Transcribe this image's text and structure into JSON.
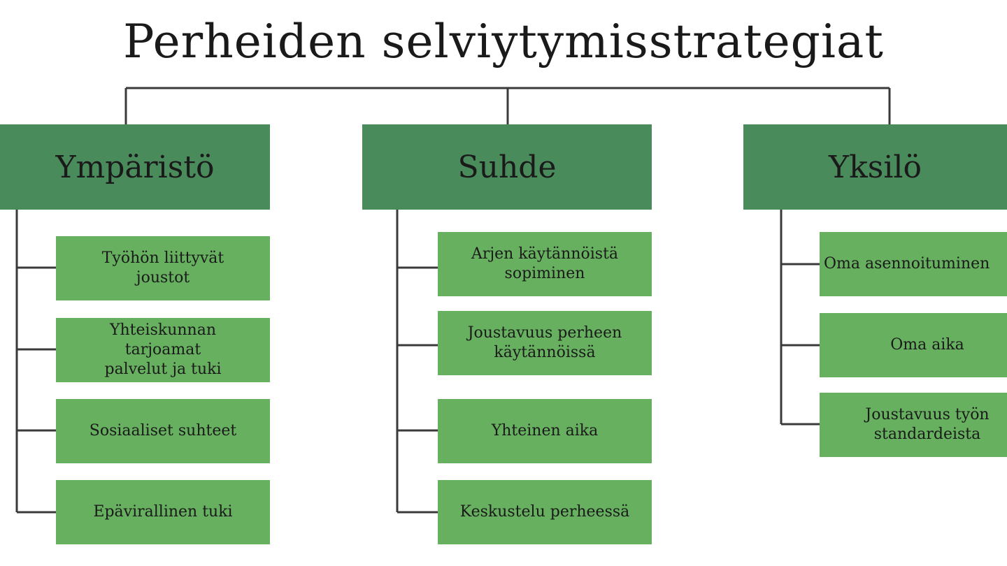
{
  "title": "Perheiden selviytymisstrategiat",
  "colors": {
    "header_box": "#4a8b5c",
    "child_box": "#66b05f",
    "connector": "#3a3a3a"
  },
  "groups": [
    {
      "label": "Ympäristö",
      "items": [
        "Työhön liittyvät\njoustot",
        "Yhteiskunnan\ntarjoamat\npalvelut ja tuki",
        "Sosiaaliset suhteet",
        "Epävirallinen tuki"
      ]
    },
    {
      "label": "Suhde",
      "items": [
        "Arjen käytännöistä\nsopiminen",
        "Joustavuus perheen\nkäytännöissä",
        "Yhteinen aika",
        "Keskustelu perheessä"
      ]
    },
    {
      "label": "Yksilö",
      "items": [
        "Oma asennoituminen",
        "Oma aika",
        "Joustavuus työn\nstandardeista"
      ]
    }
  ]
}
